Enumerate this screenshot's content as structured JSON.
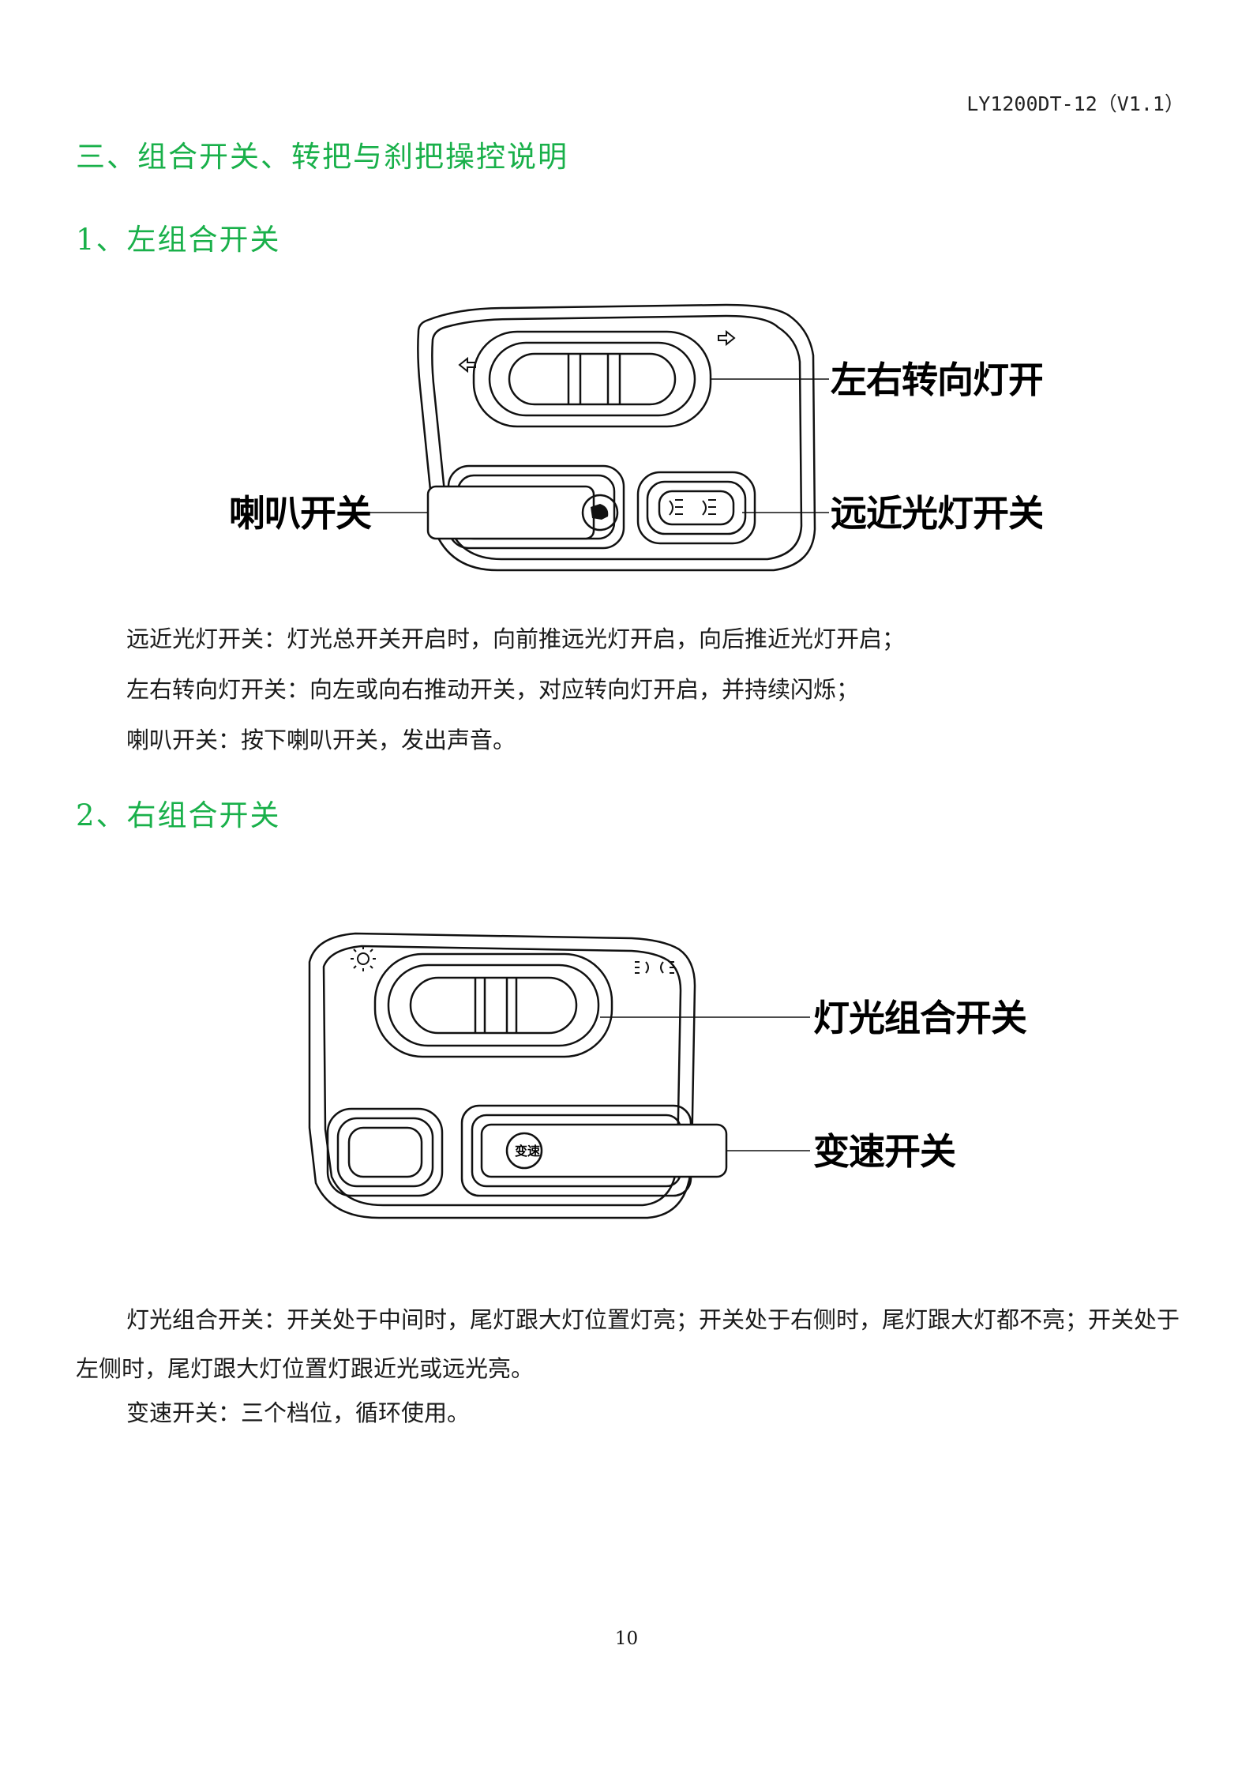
{
  "header": {
    "doc_code": "LY1200DT-12（V1.1）"
  },
  "headings": {
    "main": "三、组合开关、转把与刹把操控说明",
    "left_switch": "1、左组合开关",
    "right_switch": "2、右组合开关"
  },
  "left_figure": {
    "callouts": {
      "turn_signal": "左右转向灯开关",
      "horn": "喇叭开关",
      "high_low_beam": "远近光灯开关"
    }
  },
  "right_figure": {
    "callouts": {
      "light_combo": "灯光组合开关",
      "speed": "变速开关"
    },
    "speed_button_text": "变速"
  },
  "left_descriptions": [
    "远近光灯开关：灯光总开关开启时，向前推远光灯开启，向后推近光灯开启；",
    "左右转向灯开关：向左或向右推动开关，对应转向灯开启，并持续闪烁；",
    "喇叭开关：按下喇叭开关，发出声音。"
  ],
  "right_descriptions": [
    "灯光组合开关：开关处于中间时，尾灯跟大灯位置灯亮；开关处于右侧时，尾灯跟大灯都不亮；开关处于左侧时，尾灯跟大灯位置灯跟近光或远光亮。",
    "变速开关：三个档位，循环使用。"
  ],
  "footer": {
    "page_number": "10"
  }
}
